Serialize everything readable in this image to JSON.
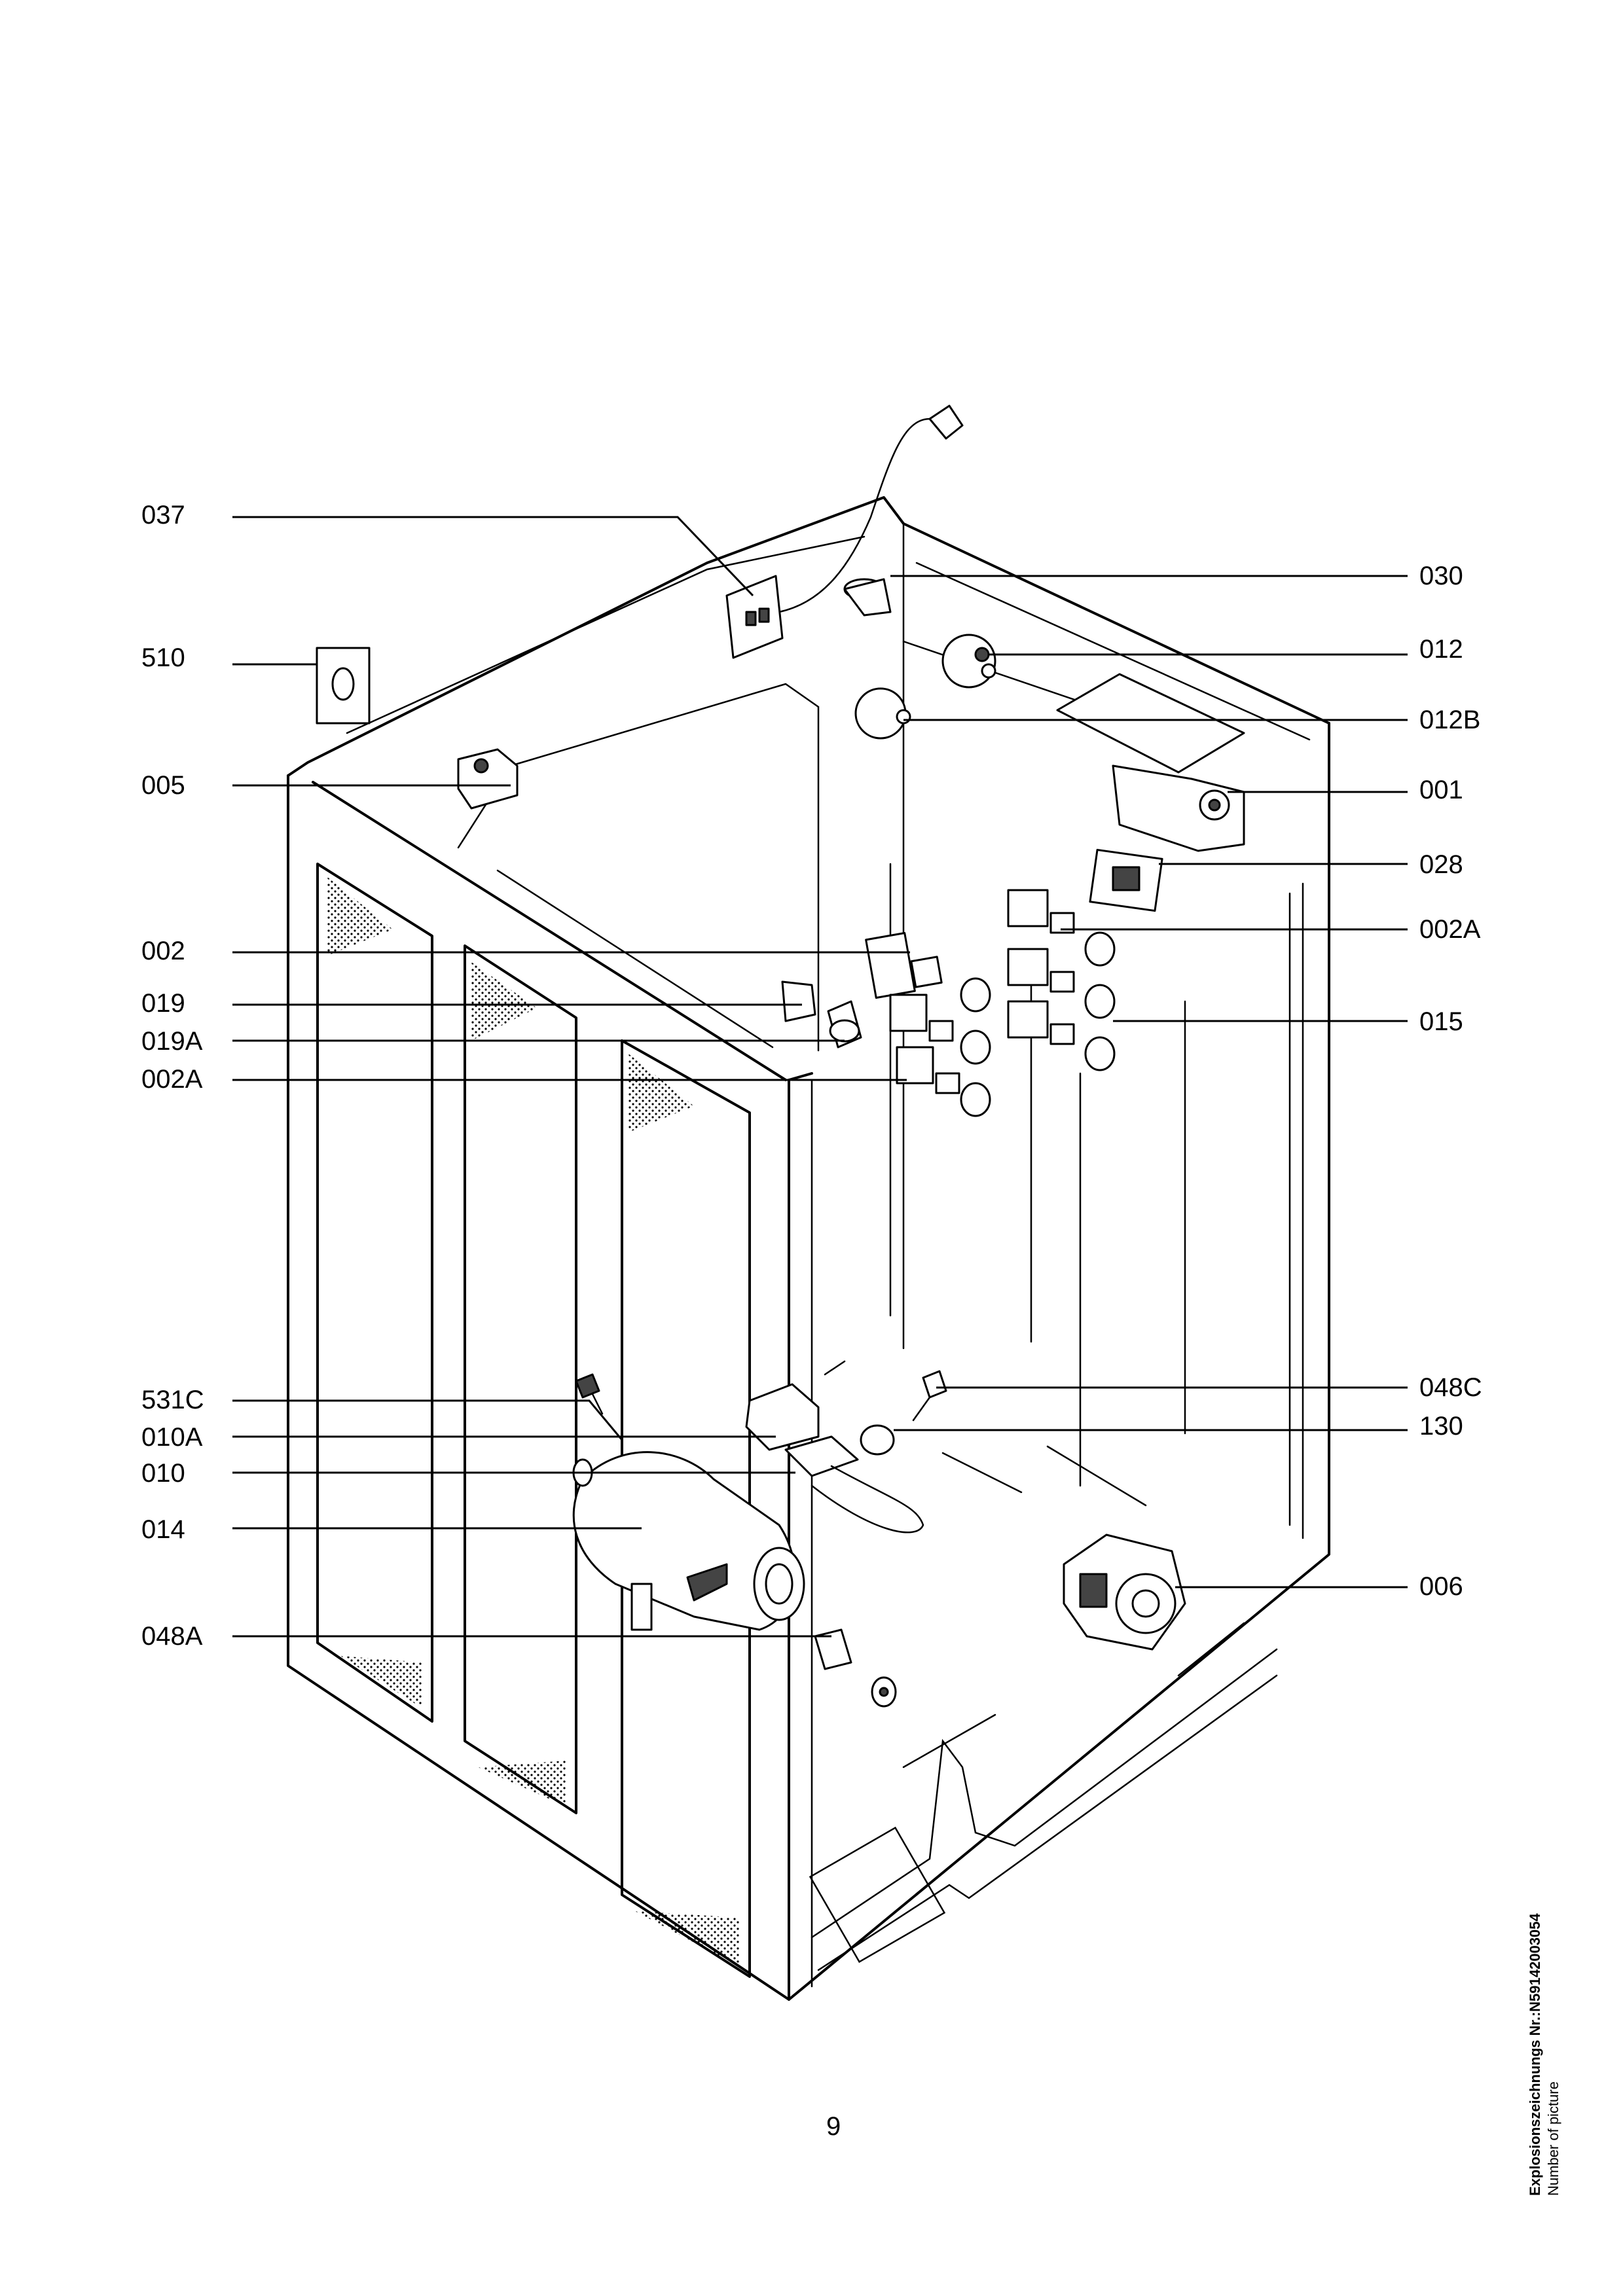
{
  "figure": {
    "labels_left": [
      "037",
      "510",
      "005",
      "002",
      "019",
      "019A",
      "002A",
      "531C",
      "010A",
      "010",
      "014",
      "048A"
    ],
    "labels_right": [
      "030",
      "012",
      "012B",
      "001",
      "028",
      "002A",
      "015",
      "048C",
      "130",
      "006"
    ]
  },
  "footer": {
    "page_number": "9",
    "side_line1": "Explosionszeichnungs Nr.:N59142003054",
    "side_line2": "Number of picture"
  }
}
